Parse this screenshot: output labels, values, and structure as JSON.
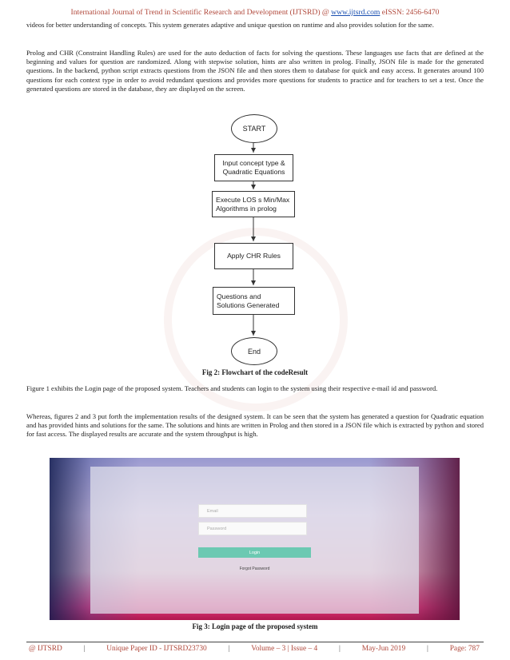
{
  "header": {
    "journal": "International Journal of Trend in Scientific Research and Development (IJTSRD) @ ",
    "site": "www.ijtsrd.com",
    "issn": " eISSN: 2456-6470"
  },
  "paragraphs": {
    "p1": "videos for better understanding of concepts. This system generates adaptive and unique question on runtime and also provides solution for the same.",
    "p2": "Prolog and CHR (Constraint Handling Rules) are used for the auto deduction of facts for solving the questions. These languages use facts that are defined at the beginning and values for question are randomized. Along with stepwise solution, hints are also written in prolog. Finally, JSON file is made for the generated questions. In the backend, python script extracts questions from the JSON file and then stores them to database for quick and easy access. It generates around 100 questions for each context type in order to avoid redundant questions and provides more questions for students to practice and for teachers to set a test. Once the generated questions are stored in the database, they are displayed on the screen.",
    "p3": "Figure 1 exhibits the Login page of the proposed system. Teachers and students can login to the system using their respective e-mail id and password.",
    "p4": "Whereas, figures 2 and 3 put forth the implementation results of the designed system. It can be seen that the system has generated a question for Quadratic equation and has provided hints and solutions for the same. The solutions and hints are written in Prolog and then stored in a JSON file which is extracted by python and stored for fast access. The displayed results are accurate and the system throughput is high."
  },
  "flowchart": {
    "start": "START",
    "step1": "Input concept type & Quadratic Equations",
    "step2": "Execute LOS s Min/Max Algorithms in prolog",
    "step3": "Apply CHR Rules",
    "step4": "Questions and Solutions Generated",
    "end": "End"
  },
  "captions": {
    "fig2": "Fig 2: Flowchart of the codeResult",
    "fig3": "Fig 3: Login page of the proposed system"
  },
  "login": {
    "email_placeholder": "Email",
    "password_placeholder": "Password",
    "login_label": "Login",
    "forgot_label": "Forgot Password",
    "accent_color": "#6cc9b2"
  },
  "footer": {
    "publisher": "@ IJTSRD",
    "paper_id": "Unique Paper ID - IJTSRD23730",
    "volume": "Volume – 3 | Issue – 4",
    "date": "May-Jun 2019",
    "page": "Page: 787",
    "sep": "|"
  }
}
